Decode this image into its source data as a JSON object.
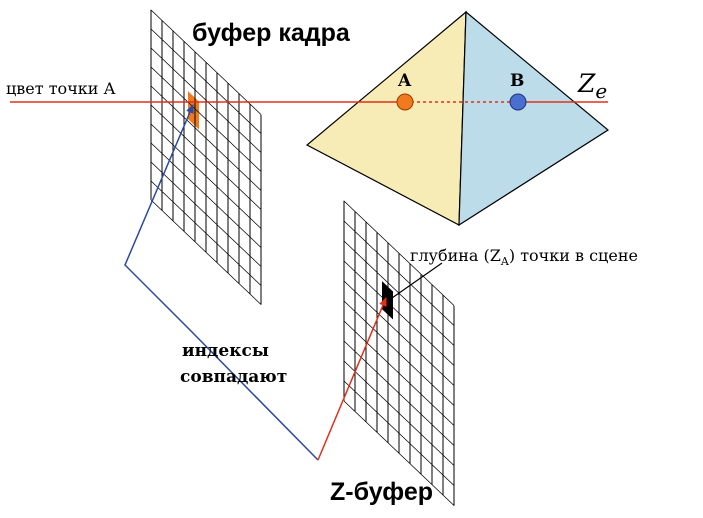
{
  "labels": {
    "frame_buffer_title": "буфер кадра",
    "point_color": "цвет точки А",
    "point_a": "A",
    "point_b": "B",
    "z_axis_letter": "Z",
    "z_axis_subscript": "e",
    "depth_prefix": "глубина (Z",
    "depth_subscript": "A",
    "depth_suffix": ") точки в сцене",
    "indices_line1": "индексы",
    "indices_line2": "совпадают",
    "z_buffer_title": "Z-буфер"
  },
  "colors": {
    "ray": "#e0301a",
    "index_arrow_blue": "#2b4aa0",
    "index_arrow_red": "#e0301a",
    "pyramid_left_face": "#f7ecb5",
    "pyramid_right_face": "#bcdcea",
    "point_a_fill": "#f07a1e",
    "point_b_fill": "#4a6fd0",
    "frame_cell_fill": "#f07a1e",
    "zbuffer_cell_fill": "#000000",
    "grid_line": "#000000"
  }
}
